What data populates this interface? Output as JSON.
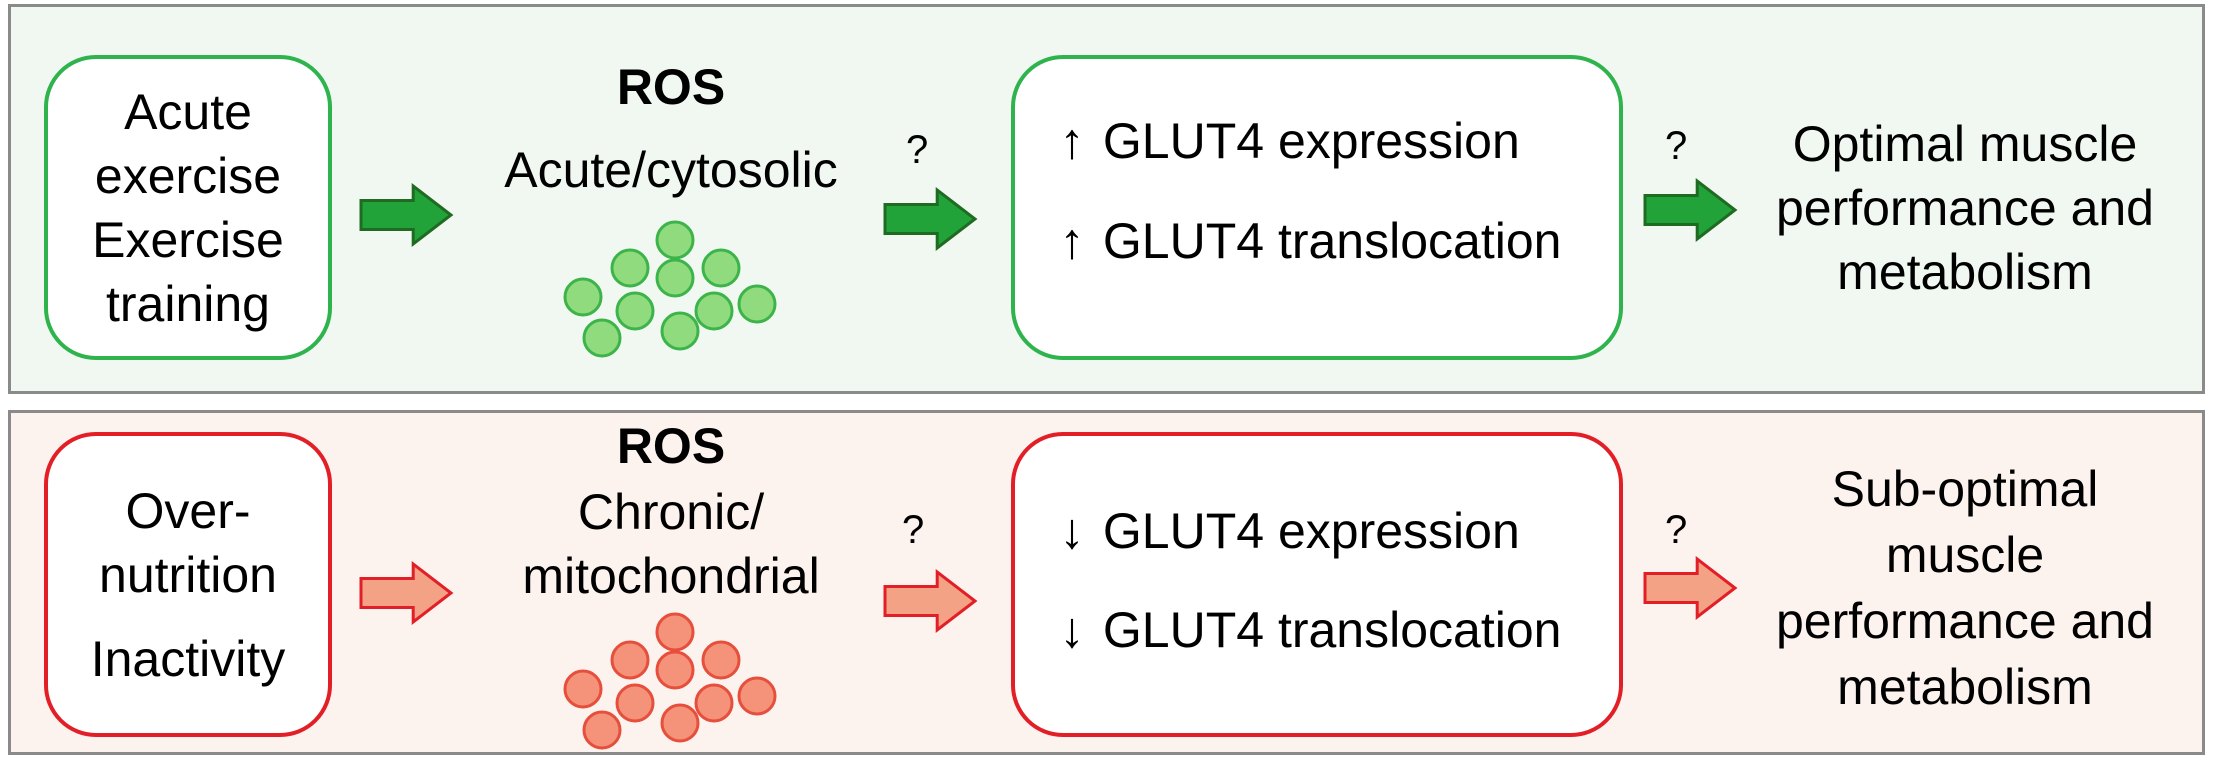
{
  "top": {
    "input_lines": [
      "Acute",
      "exercise",
      "Exercise",
      "training"
    ],
    "ros_title": "ROS",
    "ros_type": "Acute/cytosolic",
    "question_1": "?",
    "glut4": [
      {
        "arrow": "↑",
        "label": "GLUT4 expression"
      },
      {
        "arrow": "↑",
        "label": "GLUT4 translocation"
      }
    ],
    "question_2": "?",
    "outcome_lines": [
      "Optimal muscle",
      "performance and",
      "metabolism"
    ],
    "colors": {
      "arrow_fill": "#21a33a",
      "arrow_stroke": "#1e6b21",
      "circle_fill": "#8fdb7e",
      "circle_stroke": "#3cb44a"
    }
  },
  "bottom": {
    "input_lines": [
      "Over-",
      "nutrition",
      "Inactivity"
    ],
    "ros_title": "ROS",
    "ros_type_lines": [
      "Chronic/",
      "mitochondrial"
    ],
    "question_1": "?",
    "glut4": [
      {
        "arrow": "↓",
        "label": "GLUT4 expression"
      },
      {
        "arrow": "↓",
        "label": "GLUT4 translocation"
      }
    ],
    "question_2": "?",
    "outcome_lines": [
      "Sub-optimal",
      "muscle",
      "performance and",
      "metabolism"
    ],
    "colors": {
      "arrow_fill": "#f3a285",
      "arrow_stroke": "#e21f26",
      "circle_fill": "#f4927a",
      "circle_stroke": "#e54f3c"
    }
  }
}
